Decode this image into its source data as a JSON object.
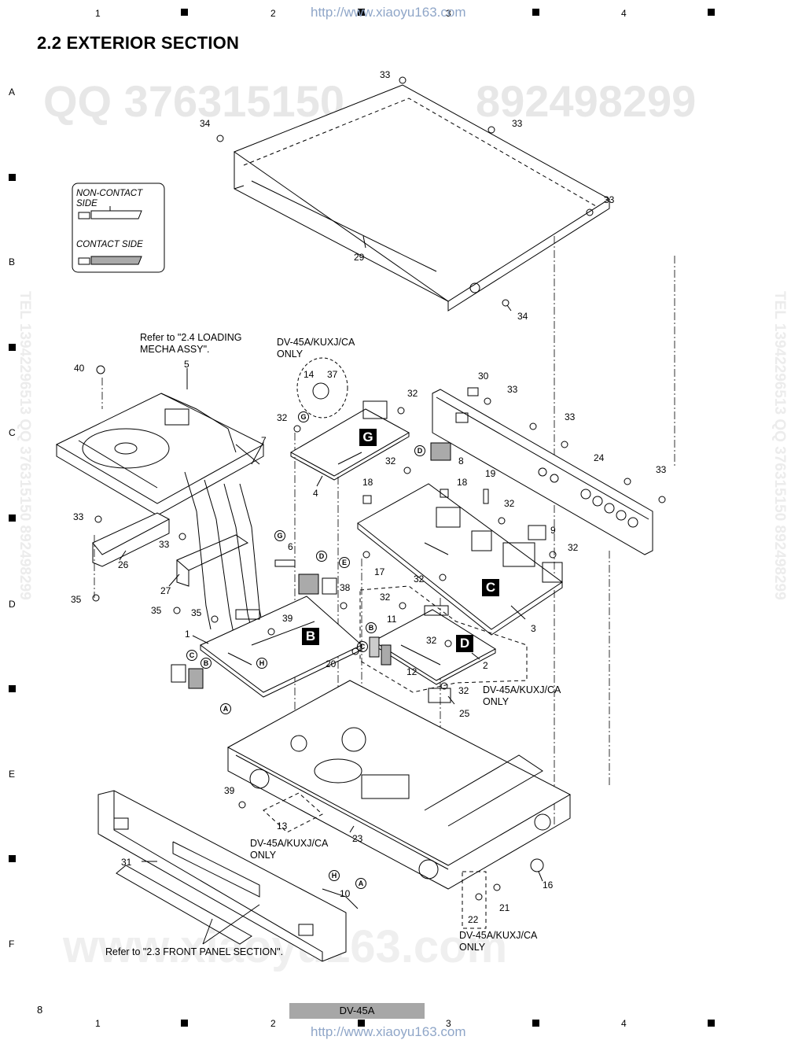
{
  "section_title": "2.2  EXTERIOR SECTION",
  "watermark_url": "http://www.xiaoyu163.com",
  "watermark_qq": "QQ 376315150",
  "watermark_num": "892498299",
  "watermark_side": "TEL 13942296513 QQ 376315150 892498299",
  "watermark_big": "www.xiaoyu163.com",
  "column_numbers": [
    "1",
    "2",
    "3",
    "4"
  ],
  "row_letters": [
    "A",
    "B",
    "C",
    "D",
    "E",
    "F"
  ],
  "legend": {
    "non_contact_side": "NON-CONTACT SIDE",
    "contact_side": "CONTACT SIDE"
  },
  "notes": {
    "loading_mecha": "Refer to \"2.4 LOADING MECHA ASSY\".",
    "front_panel": "Refer to \"2.3 FRONT PANEL SECTION\".",
    "model_only": "DV-45A/KUXJ/CA ONLY"
  },
  "board_labels": [
    "G",
    "C",
    "B",
    "D"
  ],
  "connector_labels": [
    "A",
    "B",
    "C",
    "D",
    "E",
    "G",
    "H"
  ],
  "part_numbers": [
    "1",
    "2",
    "3",
    "4",
    "5",
    "6",
    "7",
    "8",
    "9",
    "10",
    "11",
    "12",
    "13",
    "14",
    "16",
    "17",
    "18",
    "19",
    "20",
    "21",
    "22",
    "23",
    "24",
    "25",
    "26",
    "27",
    "29",
    "30",
    "31",
    "32",
    "33",
    "34",
    "35",
    "37",
    "38",
    "39",
    "40"
  ],
  "page_number": "8",
  "model": "DV-45A"
}
